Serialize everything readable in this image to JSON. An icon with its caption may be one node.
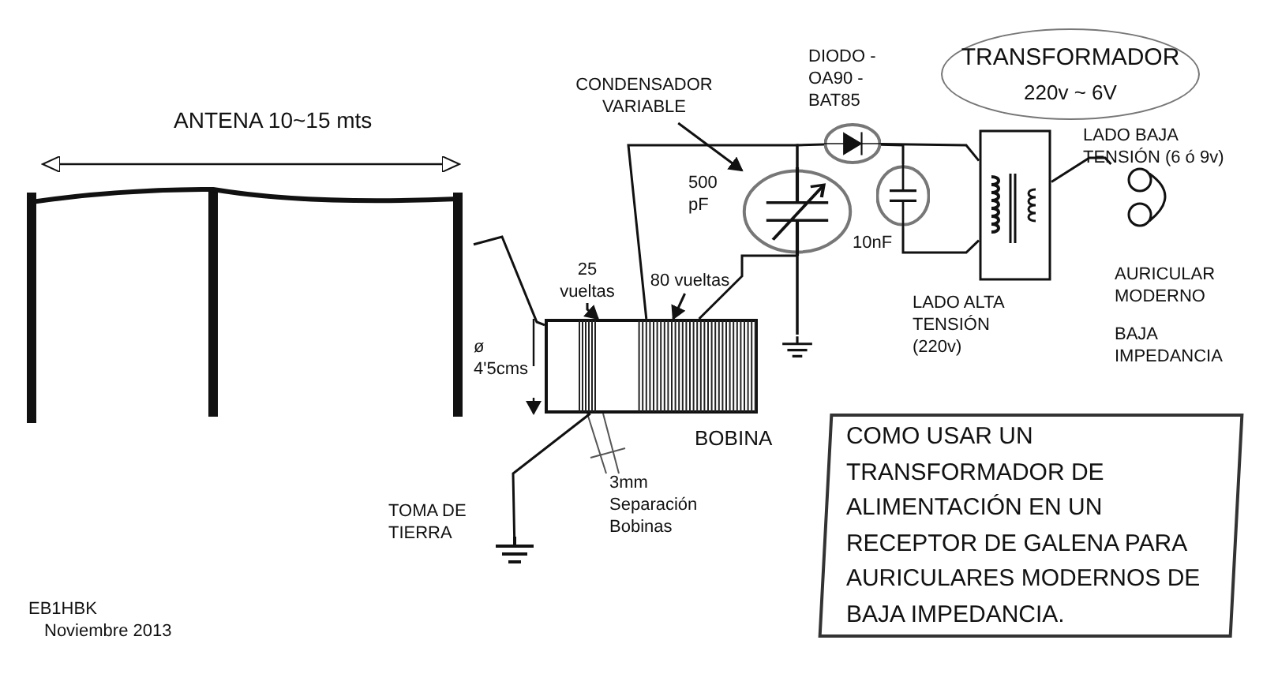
{
  "diagram": {
    "nodes": [
      {
        "text": [],
        "shape": "picture"
      },
      {
        "text": [],
        "shape": "box",
        "beside": [
          "BOBINA"
        ]
      },
      {
        "text": [],
        "shape": "ground",
        "beside": [
          "TOMA DE TIERRA"
        ]
      },
      {
        "text": [],
        "shape": "circle",
        "beside": [
          "500 pF"
        ]
      },
      {
        "text": [],
        "shape": "circle",
        "beside": [
          "DIODO - OA90 - BAT85"
        ]
      },
      {
        "text": [],
        "shape": "circle",
        "beside": [
          "10nF"
        ]
      },
      {
        "text": [],
        "shape": "ground"
      },
      {
        "text": [],
        "shape": "box",
        "beside": [
          "LADO ALTA TENSIÓN (220v)"
        ]
      },
      {
        "text": [
          "TRANSFORMADOR",
          "220v ~ 6V"
        ]
      },
      {
        "text": [],
        "shape": "picture",
        "beside": [
          "AURICULAR MODERNO",
          "BAJA IMPEDANCIA"
        ]
      },
      {
        "text": [
          "COMO USAR UN TRANSFORMADOR DE ALIMENTACIÓN EN UN RECEPTOR DE GALENA PARA AURICULARES MODERNOS DE BAJA IMPEDANCIA."
        ]
      },
      {
        "text": [
          "CONDENSADOR VARIABLE"
        ]
      },
      {
        "text": [
          "25 vueltas"
        ]
      },
      {
        "text": [
          "80 vueltas"
        ]
      }
    ],
    "edges": [
      {
        "from": 0,
        "to": 1,
        "arrow": "none"
      },
      {
        "from": 1,
        "to": 2,
        "arrow": "none"
      },
      {
        "from": 1,
        "to": 3,
        "arrow": "none"
      },
      {
        "from": 3,
        "to": 4,
        "arrow": "none"
      },
      {
        "from": 4,
        "to": 7,
        "arrow": "none"
      },
      {
        "from": 5,
        "to": 7,
        "arrow": "none"
      },
      {
        "from": 5,
        "to": 4,
        "arrow": "none"
      },
      {
        "from": 3,
        "to": 6,
        "arrow": "none"
      },
      {
        "from": 1,
        "to": 6,
        "arrow": "none"
      },
      {
        "from": 7,
        "to": 9,
        "arrow": "none"
      },
      {
        "from": 11,
        "to": 3,
        "arrow": "to"
      },
      {
        "from": 12,
        "to": 1,
        "arrow": "to"
      },
      {
        "from": 13,
        "to": 1,
        "arrow": "to"
      }
    ],
    "labels": [
      "ANTENA 10~15 mts",
      "LADO BAJA TENSIÓN (6 ó 9v)",
      "ø 4'5cms",
      "3mm Separación Bobinas",
      "EB1HBK",
      "Noviembre 2013"
    ]
  }
}
